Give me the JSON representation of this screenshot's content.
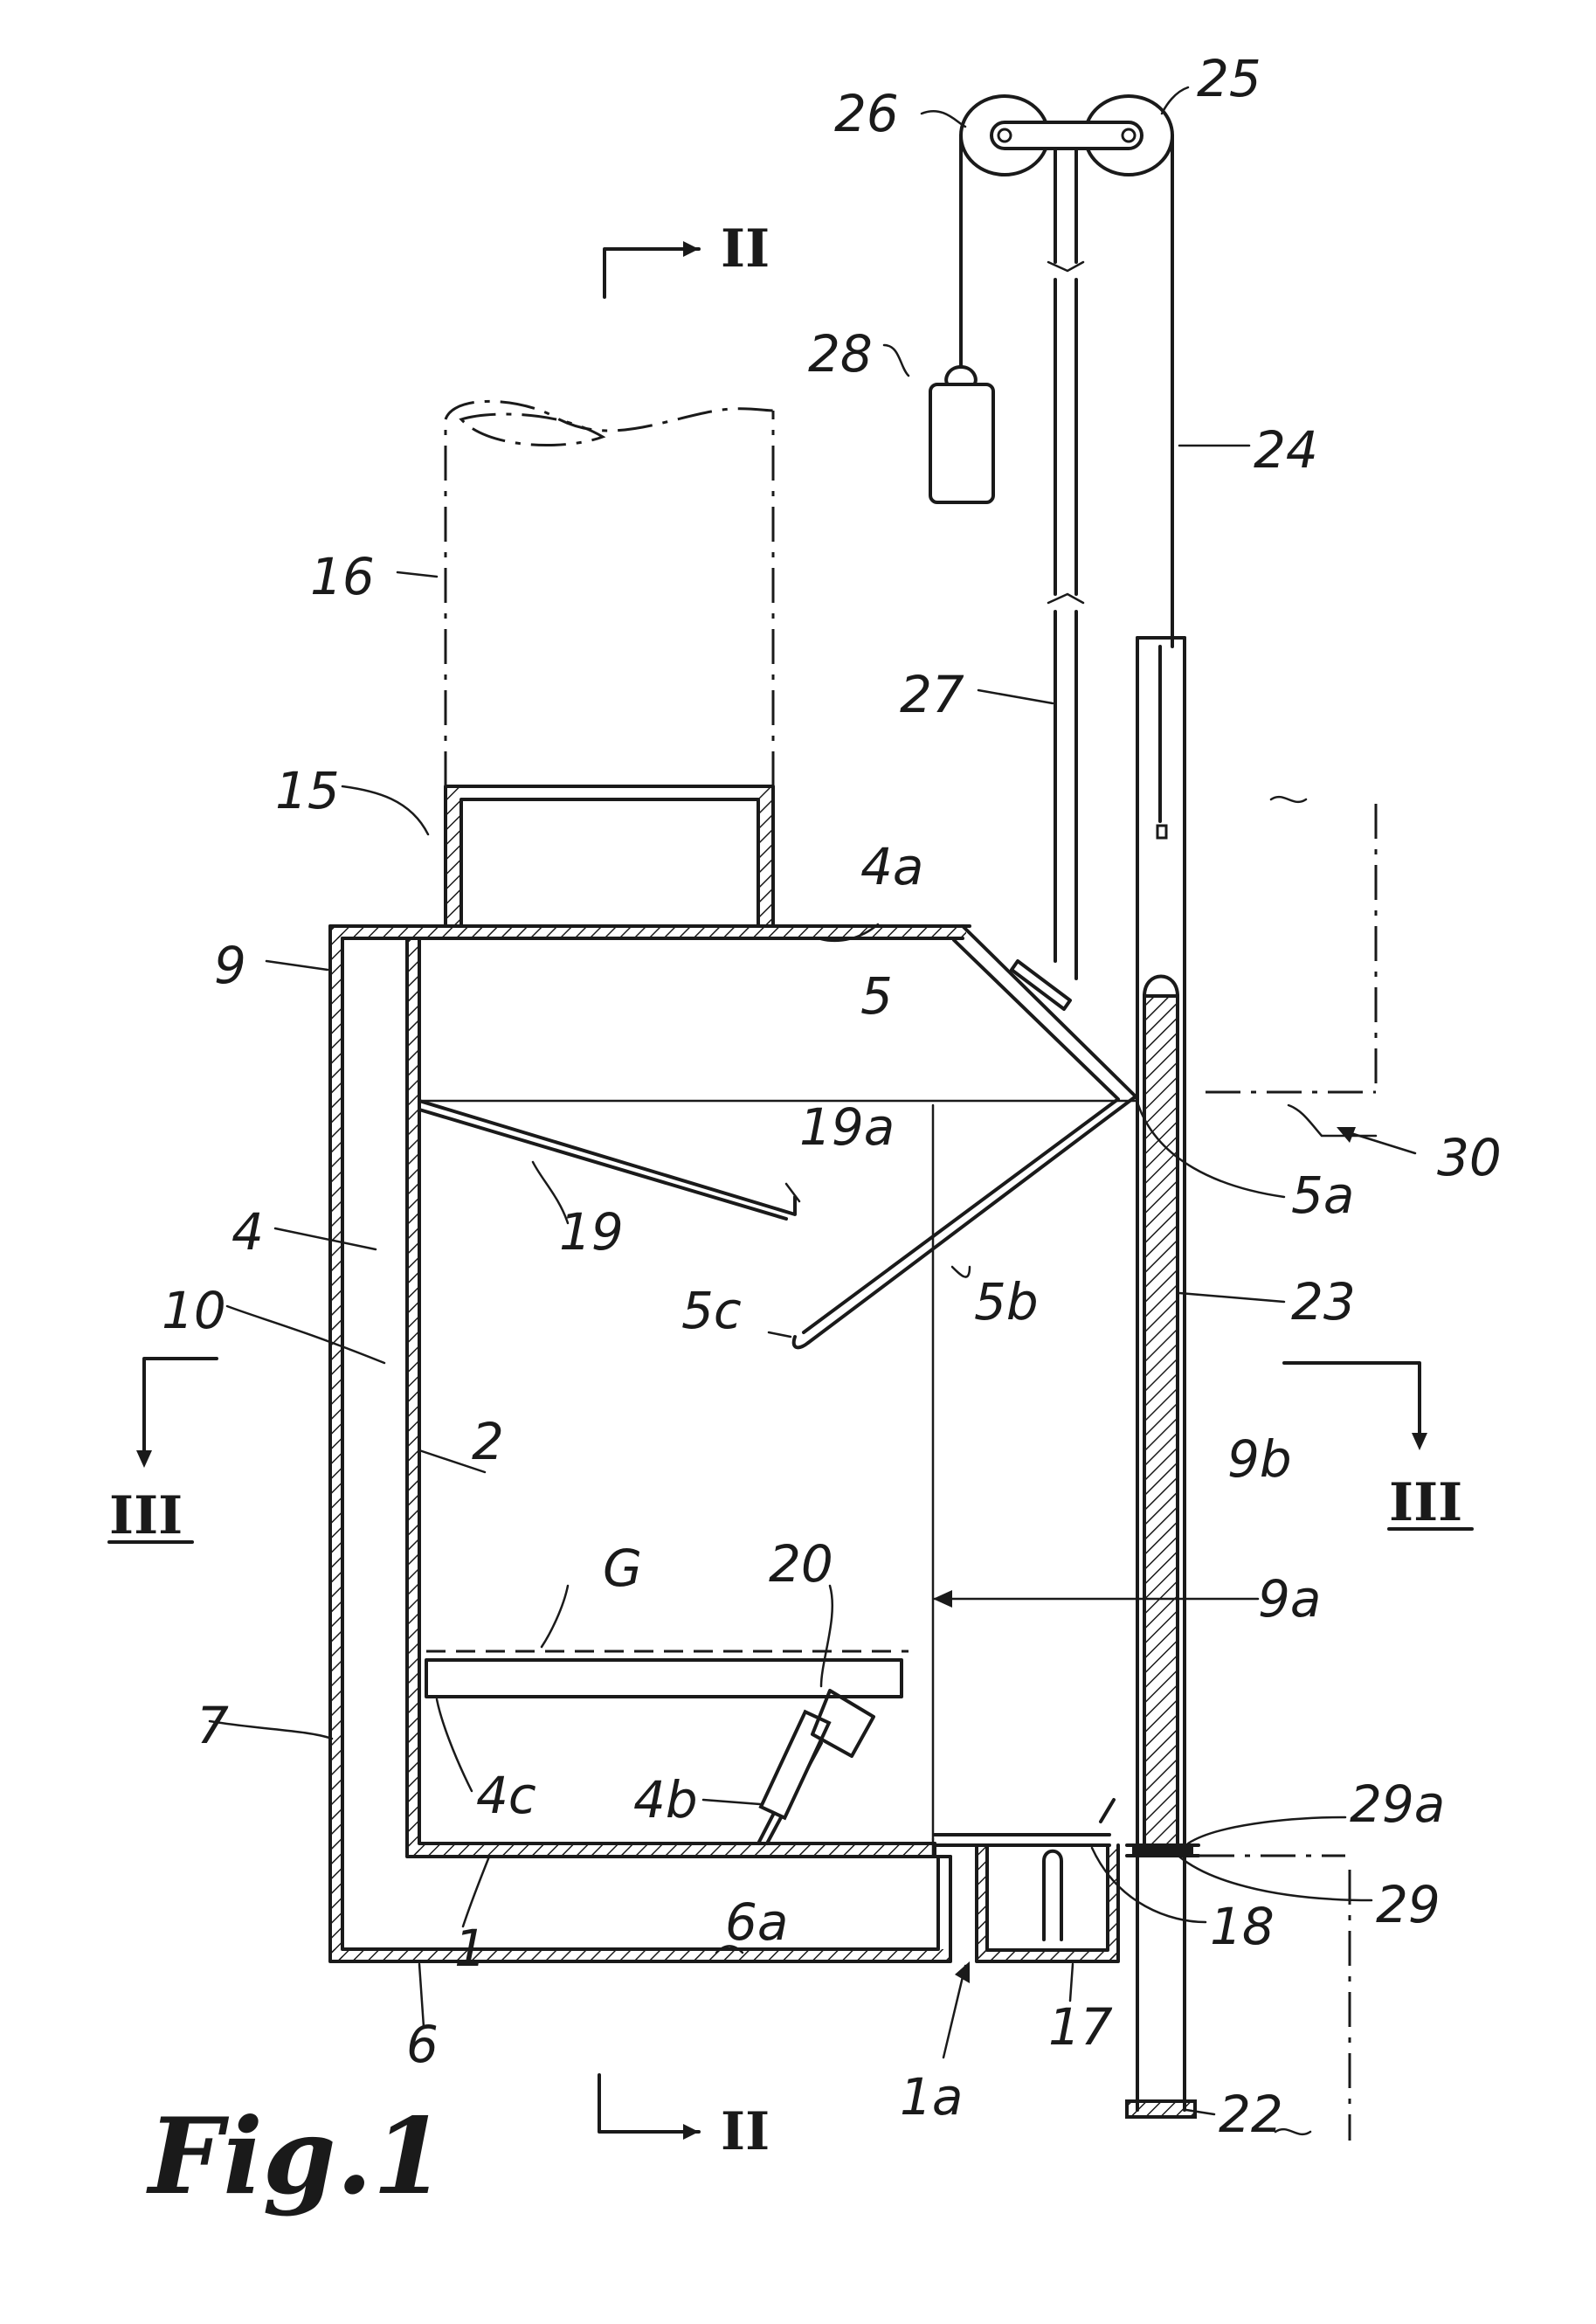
{
  "figure": {
    "caption": "Fig.1",
    "section_marks": {
      "top": "II",
      "bottom": "II",
      "left": "III",
      "right": "III"
    },
    "labels": {
      "l26": "26",
      "l25": "25",
      "l28": "28",
      "l24": "24",
      "l16": "16",
      "l27": "27",
      "l15": "15",
      "l4a": "4a",
      "l5": "5",
      "l9": "9",
      "l30": "30",
      "l19a": "19a",
      "l5a": "5a",
      "l19": "19",
      "l4": "4",
      "l10": "10",
      "l5b": "5b",
      "l5c": "5c",
      "l23": "23",
      "l2": "2",
      "l9b": "9b",
      "lG": "G",
      "l20": "20",
      "l9a": "9a",
      "l7": "7",
      "l4c": "4c",
      "l4b": "4b",
      "l29a": "29a",
      "l29": "29",
      "l1": "1",
      "l18": "18",
      "l6a": "6a",
      "l17": "17",
      "l6": "6",
      "l1a": "1a",
      "l22": "22"
    }
  }
}
